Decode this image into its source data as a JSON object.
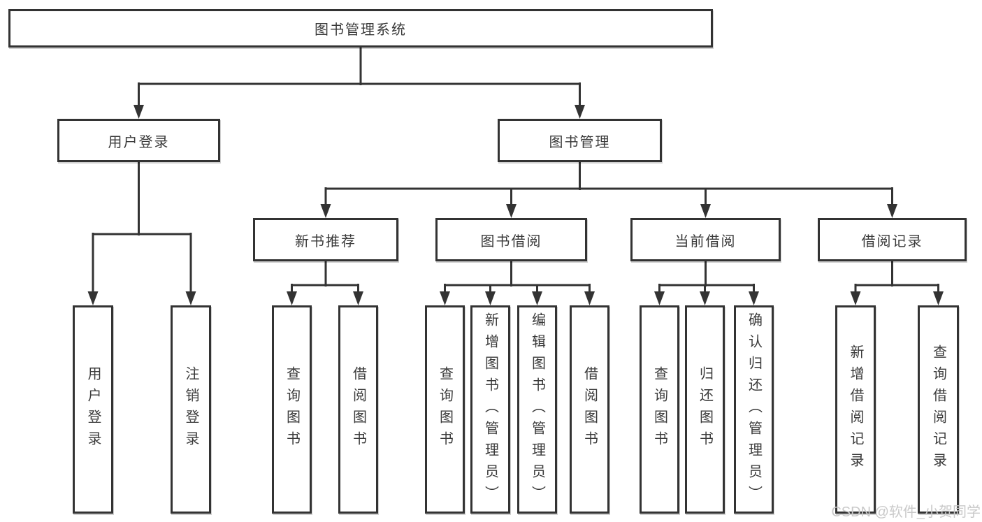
{
  "tree": {
    "label": "图书管理系统",
    "children": [
      {
        "label": "用户登录",
        "children": [
          {
            "label": "用户登录"
          },
          {
            "label": "注销登录"
          }
        ]
      },
      {
        "label": "图书管理",
        "children": [
          {
            "label": "新书推荐",
            "children": [
              {
                "label": "查询图书"
              },
              {
                "label": "借阅图书"
              }
            ]
          },
          {
            "label": "图书借阅",
            "children": [
              {
                "label": "查询图书"
              },
              {
                "label": "新增图书（管理员）"
              },
              {
                "label": "编辑图书（管理员）"
              },
              {
                "label": "借阅图书"
              }
            ]
          },
          {
            "label": "当前借阅",
            "children": [
              {
                "label": "查询图书"
              },
              {
                "label": "归还图书"
              },
              {
                "label": "确认归还（管理员）"
              }
            ]
          },
          {
            "label": "借阅记录",
            "children": [
              {
                "label": "新增借阅记录"
              },
              {
                "label": "查询借阅记录"
              }
            ]
          }
        ]
      }
    ]
  },
  "watermark": {
    "text": "CSDN @软件_小贺同学"
  },
  "colors": {
    "line": "#333333",
    "box_border": "#333333",
    "box_background": "#ffffff",
    "text": "#3a3a3a",
    "watermark_text": "#c9c9c9",
    "page_background": "#ffffff"
  }
}
